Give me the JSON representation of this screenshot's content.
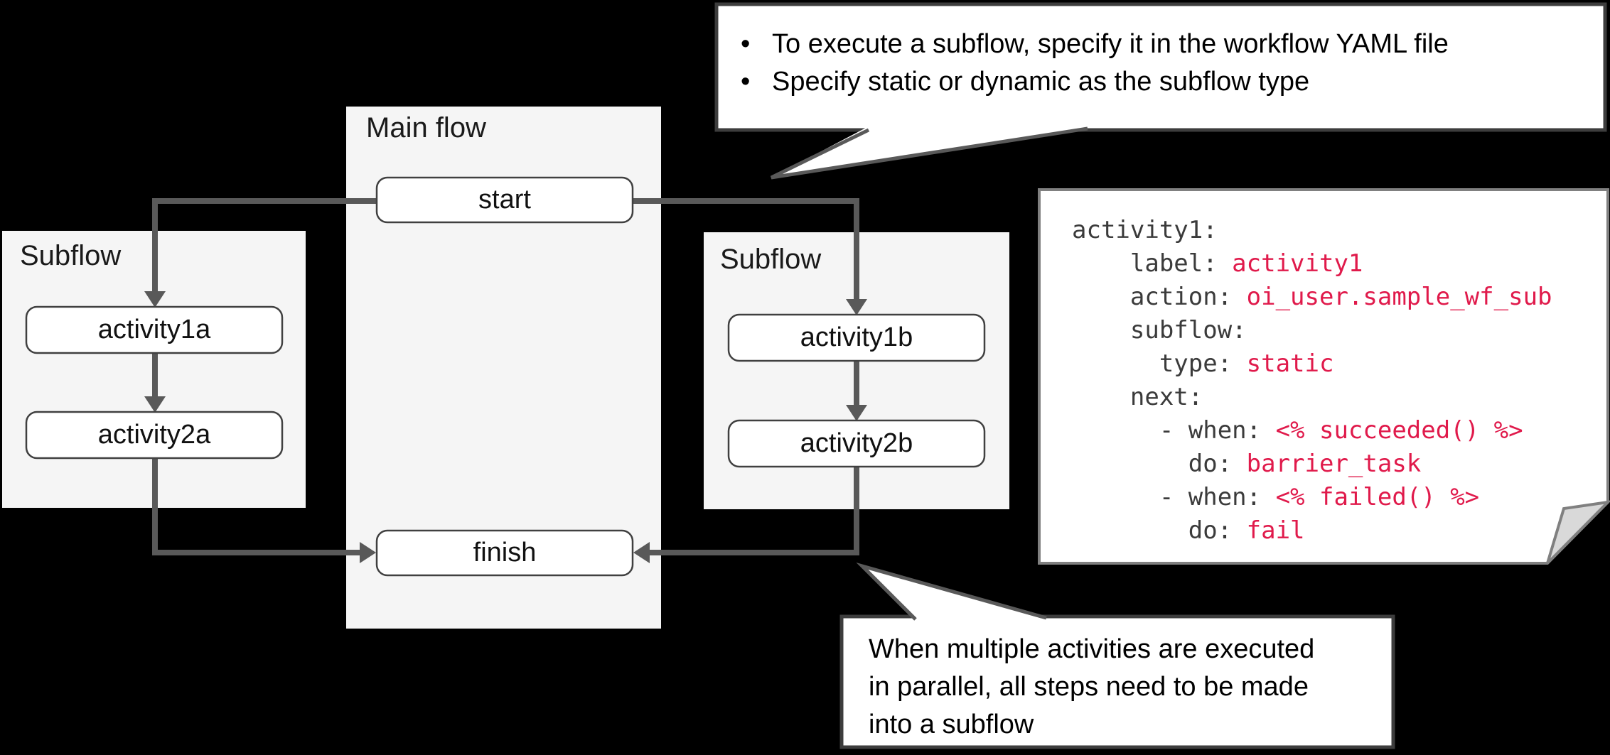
{
  "colors": {
    "background": "#000000",
    "panel_fill": "#f5f5f5",
    "node_fill": "#ffffff",
    "node_border": "#404040",
    "connector_gray": "#595959",
    "callout_border": "#3d3d3d",
    "note_border": "#808080",
    "fold_fill": "#d9d9d9",
    "code_text": "#3b3b3b",
    "code_accent_red": "#e01a4b"
  },
  "main_flow": {
    "title": "Main flow",
    "nodes": {
      "start": "start",
      "finish": "finish"
    }
  },
  "subflow_left": {
    "title": "Subflow",
    "nodes": [
      "activity1a",
      "activity2a"
    ]
  },
  "subflow_right": {
    "title": "Subflow",
    "nodes": [
      "activity1b",
      "activity2b"
    ]
  },
  "callout_top": {
    "bullet": "•",
    "lines": [
      "To execute a subflow, specify it in the workflow YAML file",
      "Specify static or dynamic as the subflow type"
    ]
  },
  "callout_bottom": {
    "lines": [
      "When multiple activities are executed",
      "in parallel, all steps need to be made",
      "into a subflow"
    ]
  },
  "code_note": {
    "lines": [
      {
        "k": "activity1:",
        "v": ""
      },
      {
        "k": "    label: ",
        "v": "activity1"
      },
      {
        "k": "    action: ",
        "v": "oi_user.sample_wf_sub"
      },
      {
        "k": "    subflow:",
        "v": ""
      },
      {
        "k": "      type: ",
        "v": "static"
      },
      {
        "k": "    next:",
        "v": ""
      },
      {
        "k": "      - when: ",
        "v": "<% succeeded() %>"
      },
      {
        "k": "        do: ",
        "v": "barrier_task"
      },
      {
        "k": "      - when: ",
        "v": "<% failed() %>"
      },
      {
        "k": "        do: ",
        "v": "fail"
      }
    ]
  }
}
